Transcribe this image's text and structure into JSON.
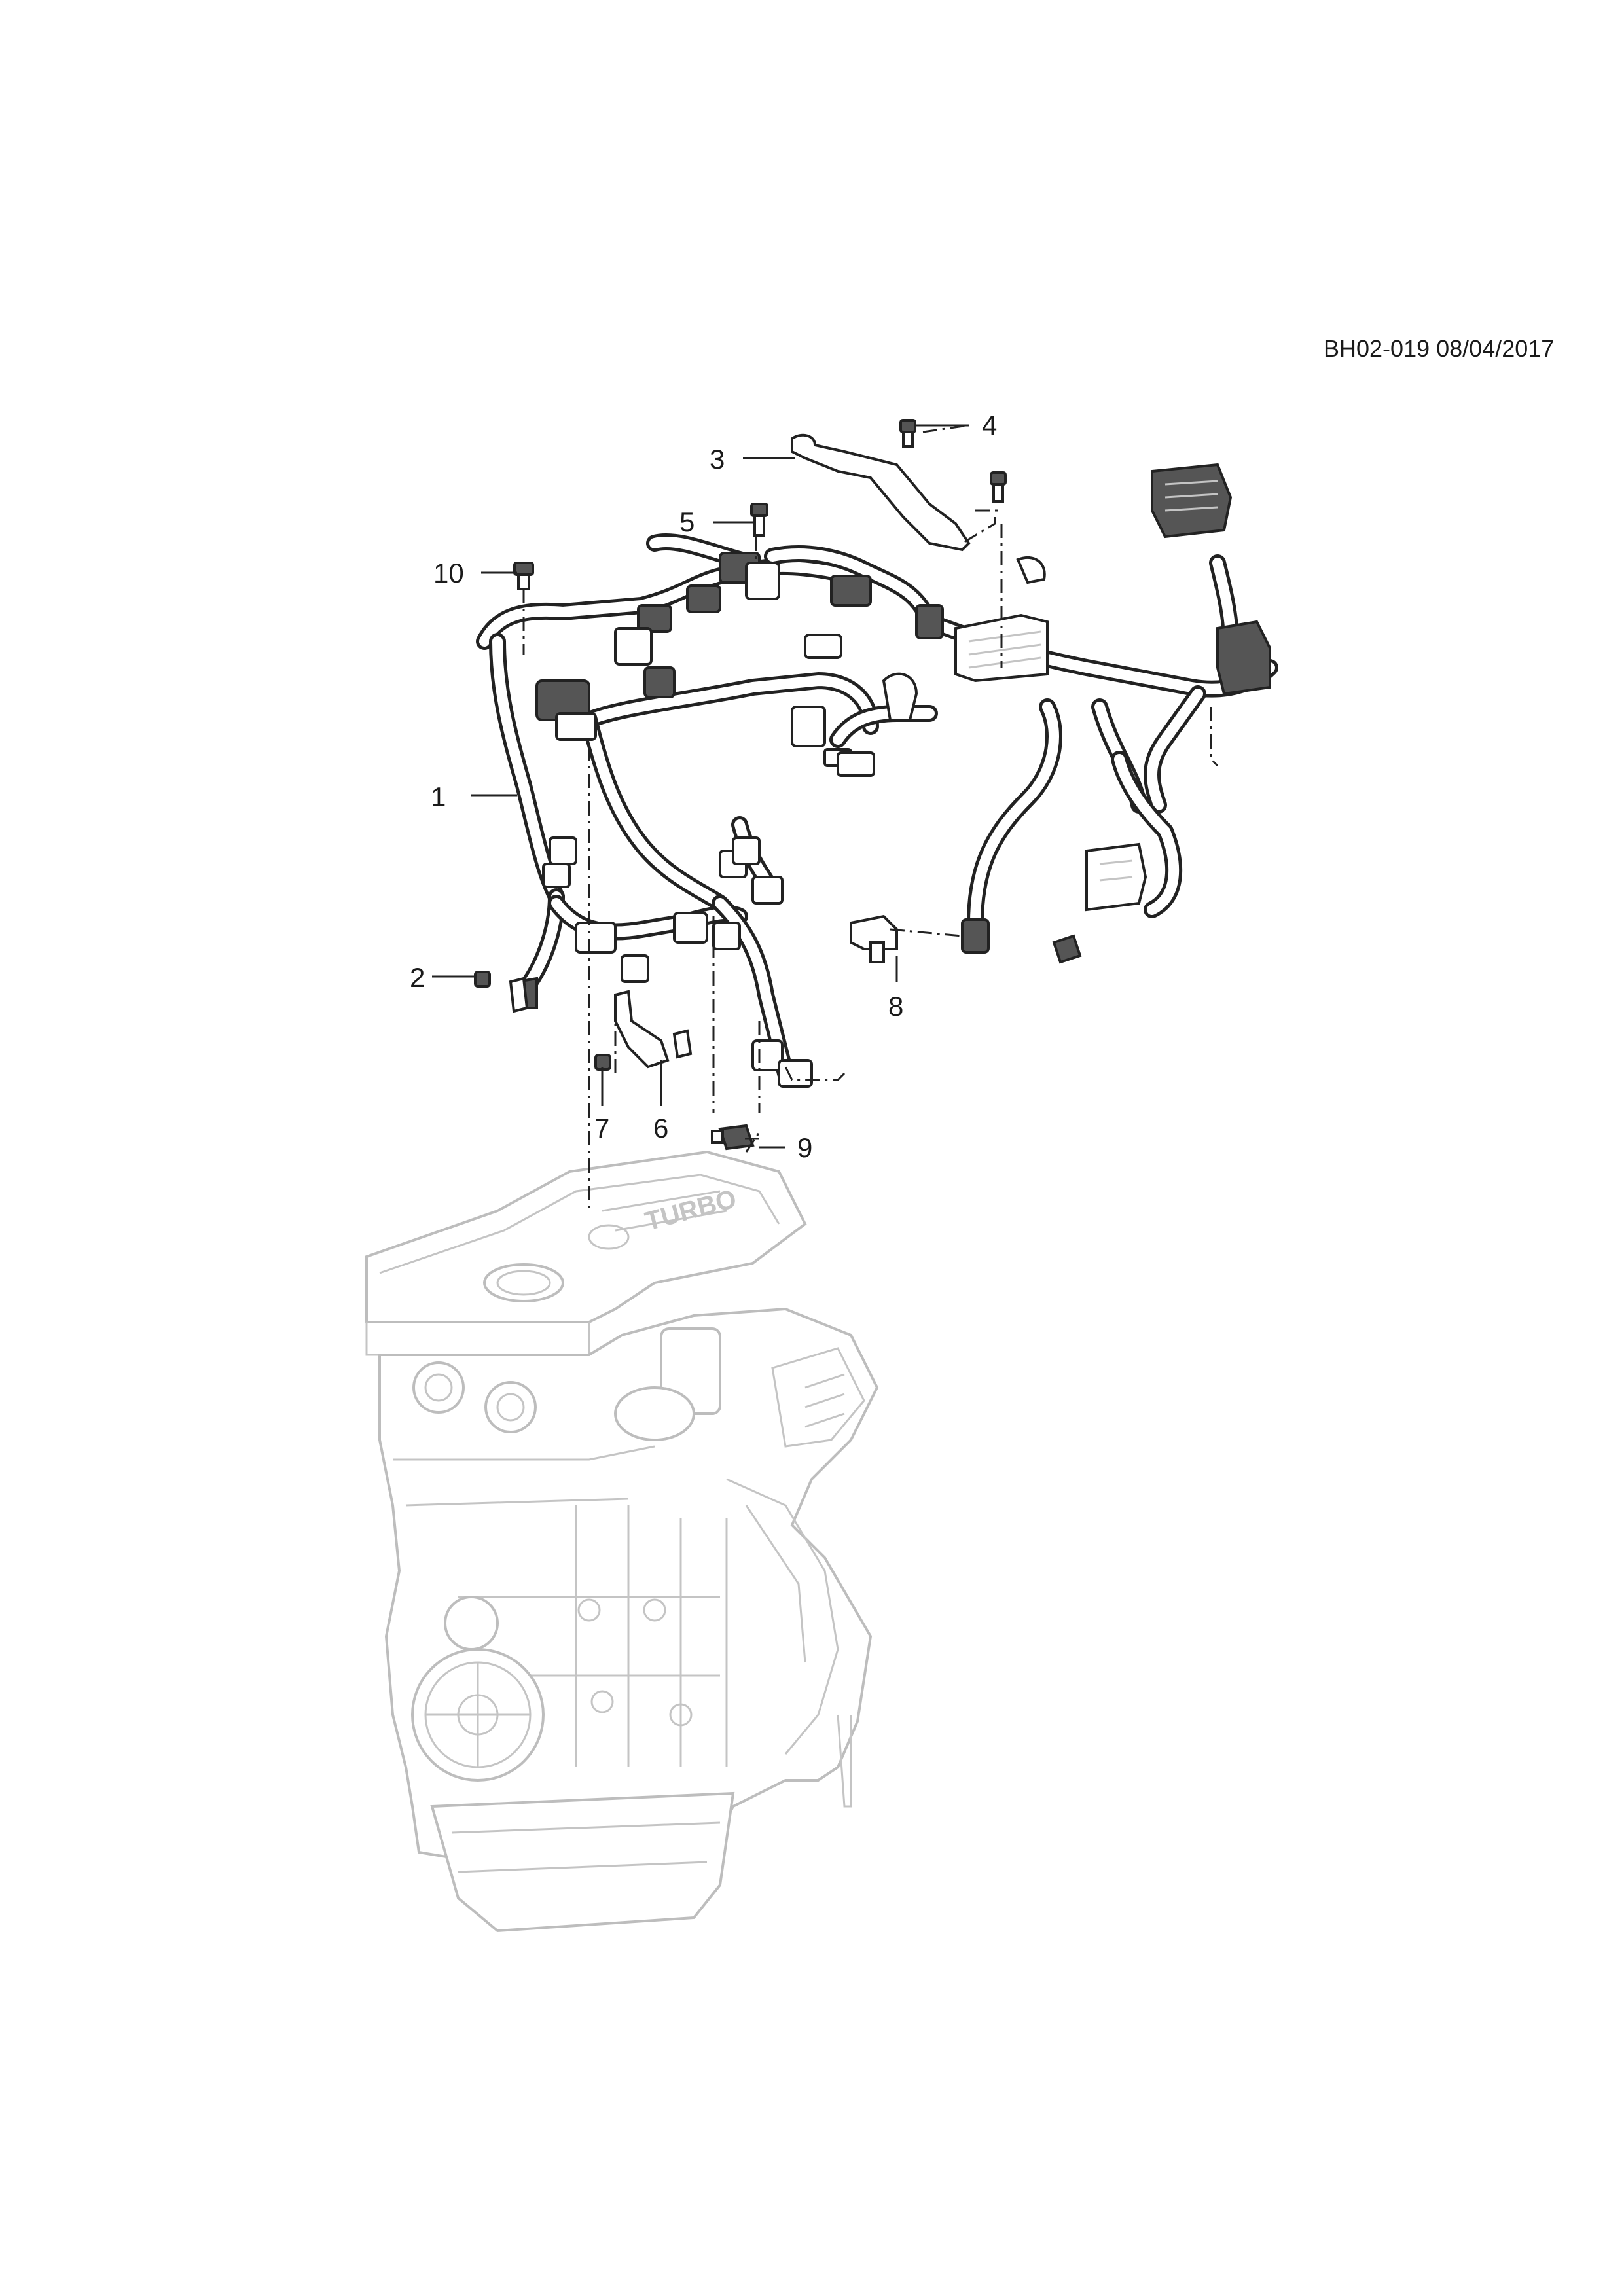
{
  "header": {
    "reference_code": "BH02-019 08/04/2017"
  },
  "callouts": [
    {
      "label": "1"
    },
    {
      "label": "2"
    },
    {
      "label": "3"
    },
    {
      "label": "4"
    },
    {
      "label": "5"
    },
    {
      "label": "6"
    },
    {
      "label": "7"
    },
    {
      "label": "8"
    },
    {
      "label": "9"
    },
    {
      "label": "10"
    }
  ],
  "engine_cover_text": "TURBO",
  "colors": {
    "line": "#222222",
    "engine_line": "#bdbdbd",
    "background": "#ffffff"
  }
}
